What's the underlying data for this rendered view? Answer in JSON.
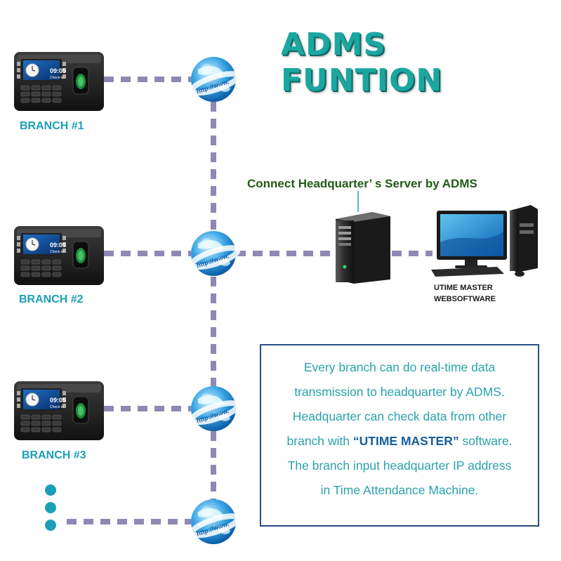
{
  "title": "ADMS FUNTION",
  "branches": [
    {
      "label": "BRANCH #1",
      "screen_time": "09:05",
      "screen_text": "Check-In"
    },
    {
      "label": "BRANCH #2",
      "screen_time": "09:05",
      "screen_text": "Check-In"
    },
    {
      "label": "BRANCH #3",
      "screen_time": "09:05",
      "screen_text": "Check-In"
    }
  ],
  "globe_text": "http://www.",
  "server_caption": "Connect Headquarter’ s Server by ADMS",
  "workstation_label": [
    "UTIME MASTER",
    "WEBSOFTWARE"
  ],
  "info": {
    "line1": "Every branch can do real-time data",
    "line2": "transmission to headquarter by ADMS.",
    "line3": "Headquarter can check data from other",
    "line4_pre": "branch with ",
    "line4_highlight": "“UTIME MASTER”",
    "line4_post": " software.",
    "line5": "The branch input headquarter IP address",
    "line6": "in Time Attendance Machine."
  },
  "colors": {
    "title": "#1aa7a0",
    "branch_label": "#1b9fb7",
    "dashed_line": "#8e89b4",
    "dots": "#1b9fb7",
    "info_text": "#2aa2ad",
    "info_border": "#2a4e86",
    "server_caption": "#1e5c12"
  }
}
